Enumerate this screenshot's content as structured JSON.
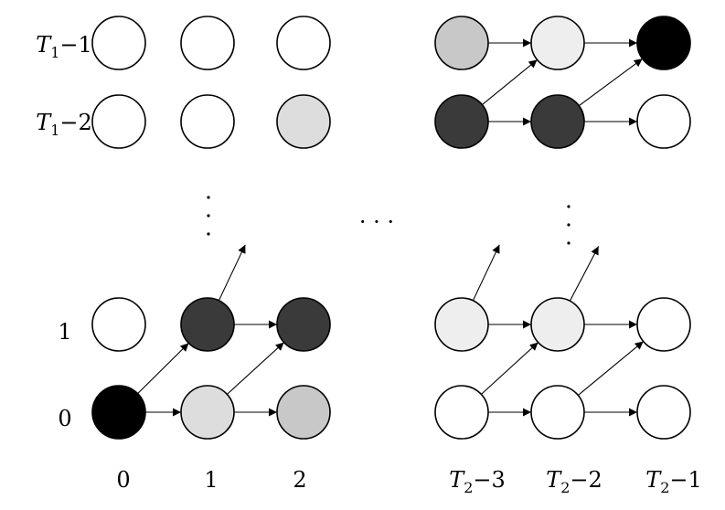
{
  "row_labels": [
    {
      "id": "row-t1-minus-1",
      "var": "T",
      "sub": "1",
      "suffix": "−1"
    },
    {
      "id": "row-t1-minus-2",
      "var": "T",
      "sub": "1",
      "suffix": "−2"
    },
    {
      "id": "row-1",
      "var": "",
      "sub": "",
      "suffix": "1"
    },
    {
      "id": "row-0",
      "var": "",
      "sub": "",
      "suffix": "0"
    }
  ],
  "col_labels": [
    {
      "id": "col-0",
      "var": "",
      "sub": "",
      "suffix": "0"
    },
    {
      "id": "col-1",
      "var": "",
      "sub": "",
      "suffix": "1"
    },
    {
      "id": "col-2",
      "var": "",
      "sub": "",
      "suffix": "2"
    },
    {
      "id": "col-t2-minus-3",
      "var": "T",
      "sub": "2",
      "suffix": "−3"
    },
    {
      "id": "col-t2-minus-2",
      "var": "T",
      "sub": "2",
      "suffix": "−2"
    },
    {
      "id": "col-t2-minus-1",
      "var": "T",
      "sub": "2",
      "suffix": "−1"
    }
  ],
  "ellipsis": "· · ·",
  "colors": {
    "white": "#ffffff",
    "very_light": "#eeeeee",
    "light": "#dddddd",
    "medium": "#c8c8c8",
    "dark": "#3a3a3a",
    "black": "#000000"
  },
  "nodes": [
    {
      "row": 0,
      "col": 0,
      "shade": "black"
    },
    {
      "row": 0,
      "col": 1,
      "shade": "light"
    },
    {
      "row": 0,
      "col": 2,
      "shade": "medium"
    },
    {
      "row": 0,
      "col": 3,
      "shade": "white"
    },
    {
      "row": 0,
      "col": 4,
      "shade": "white"
    },
    {
      "row": 0,
      "col": 5,
      "shade": "white"
    },
    {
      "row": 1,
      "col": 0,
      "shade": "white"
    },
    {
      "row": 1,
      "col": 1,
      "shade": "dark"
    },
    {
      "row": 1,
      "col": 2,
      "shade": "dark"
    },
    {
      "row": 1,
      "col": 3,
      "shade": "very_light"
    },
    {
      "row": 1,
      "col": 4,
      "shade": "very_light"
    },
    {
      "row": 1,
      "col": 5,
      "shade": "white"
    },
    {
      "row": 2,
      "col": 0,
      "shade": "white"
    },
    {
      "row": 2,
      "col": 1,
      "shade": "white"
    },
    {
      "row": 2,
      "col": 2,
      "shade": "light"
    },
    {
      "row": 2,
      "col": 3,
      "shade": "dark"
    },
    {
      "row": 2,
      "col": 4,
      "shade": "dark"
    },
    {
      "row": 2,
      "col": 5,
      "shade": "white"
    },
    {
      "row": 3,
      "col": 0,
      "shade": "white"
    },
    {
      "row": 3,
      "col": 1,
      "shade": "white"
    },
    {
      "row": 3,
      "col": 2,
      "shade": "white"
    },
    {
      "row": 3,
      "col": 3,
      "shade": "medium"
    },
    {
      "row": 3,
      "col": 4,
      "shade": "very_light"
    },
    {
      "row": 3,
      "col": 5,
      "shade": "black"
    }
  ],
  "edges": [
    {
      "from": [
        0,
        0
      ],
      "to": [
        0,
        1
      ]
    },
    {
      "from": [
        0,
        0
      ],
      "to": [
        1,
        1
      ]
    },
    {
      "from": [
        0,
        1
      ],
      "to": [
        0,
        2
      ]
    },
    {
      "from": [
        0,
        1
      ],
      "to": [
        1,
        2
      ]
    },
    {
      "from": [
        1,
        1
      ],
      "to": [
        1,
        2
      ]
    },
    {
      "from": [
        1,
        1
      ],
      "to": [
        2,
        2
      ],
      "open": true
    },
    {
      "from": [
        0,
        3
      ],
      "to": [
        0,
        4
      ]
    },
    {
      "from": [
        0,
        3
      ],
      "to": [
        1,
        4
      ]
    },
    {
      "from": [
        0,
        4
      ],
      "to": [
        0,
        5
      ]
    },
    {
      "from": [
        0,
        4
      ],
      "to": [
        1,
        5
      ]
    },
    {
      "from": [
        1,
        3
      ],
      "to": [
        1,
        4
      ]
    },
    {
      "from": [
        1,
        3
      ],
      "to": [
        2,
        4
      ],
      "open": true
    },
    {
      "from": [
        1,
        4
      ],
      "to": [
        1,
        5
      ]
    },
    {
      "from": [
        1,
        4
      ],
      "to": [
        2,
        5
      ],
      "open": true
    },
    {
      "from": [
        2,
        3
      ],
      "to": [
        2,
        4
      ]
    },
    {
      "from": [
        2,
        3
      ],
      "to": [
        3,
        4
      ]
    },
    {
      "from": [
        2,
        4
      ],
      "to": [
        2,
        5
      ]
    },
    {
      "from": [
        2,
        4
      ],
      "to": [
        3,
        5
      ]
    },
    {
      "from": [
        3,
        3
      ],
      "to": [
        3,
        4
      ]
    },
    {
      "from": [
        3,
        4
      ],
      "to": [
        3,
        5
      ]
    }
  ]
}
